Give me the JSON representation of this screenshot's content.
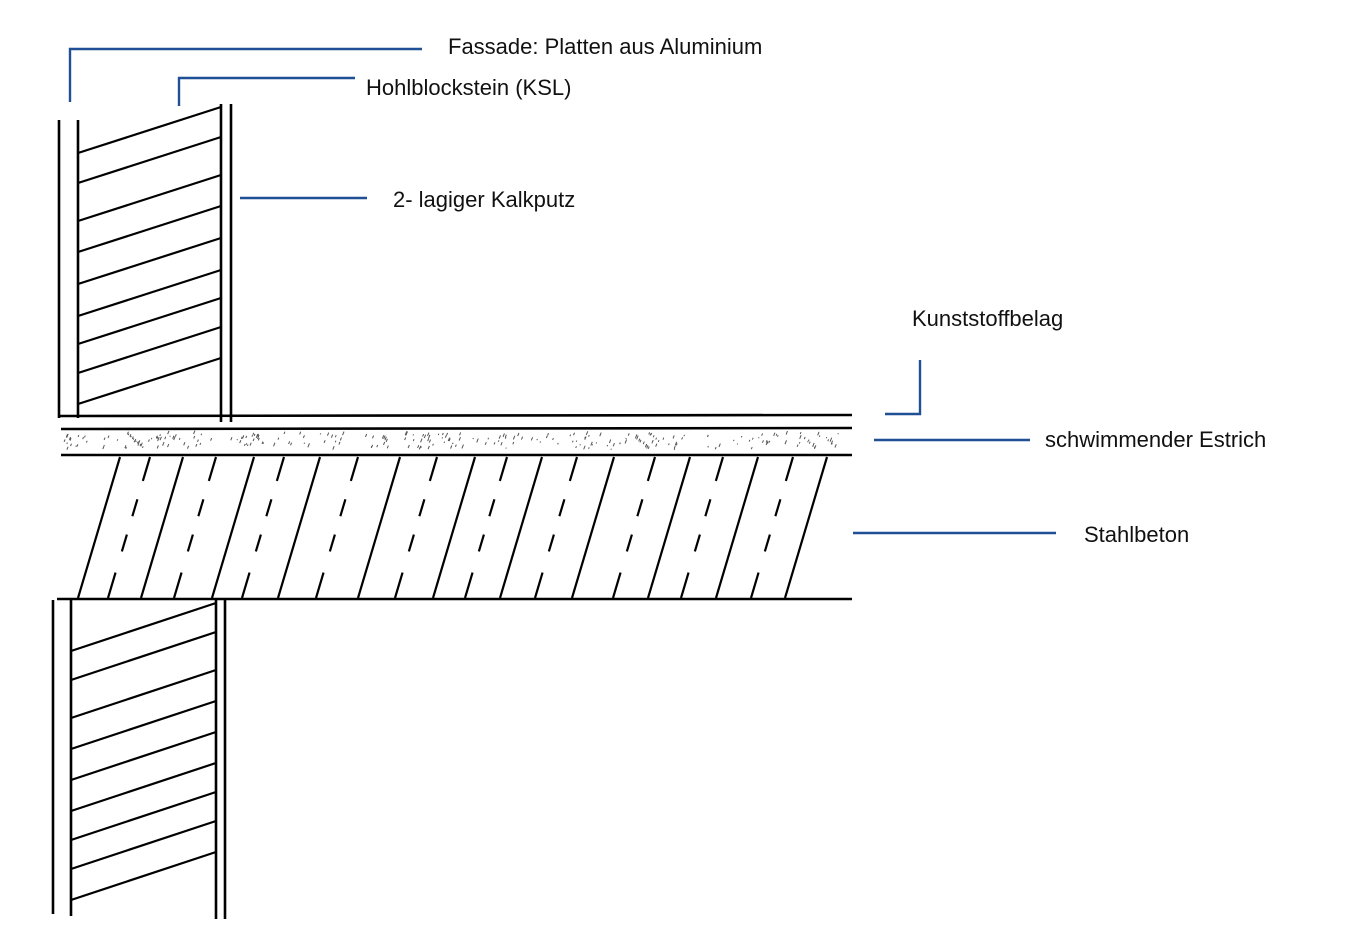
{
  "diagram": {
    "type": "construction-section-detail",
    "accent_color": "#1f4f95",
    "line_color": "#000000",
    "labels": [
      {
        "id": "fassade",
        "text": "Fassade: Platten aus Aluminium"
      },
      {
        "id": "hohlblockstein",
        "text": "Hohlblockstein (KSL)"
      },
      {
        "id": "kalkputz",
        "text": "2- lagiger Kalkputz"
      },
      {
        "id": "kunststoffbelag",
        "text": "Kunststoffbelag"
      },
      {
        "id": "estrich",
        "text": "schwimmender Estrich"
      },
      {
        "id": "stahlbeton",
        "text": "Stahlbeton"
      }
    ],
    "layers": [
      {
        "name": "Fassade",
        "material": "Aluminium panels"
      },
      {
        "name": "Hohlblockstein (KSL)",
        "material": "masonry wall"
      },
      {
        "name": "2- lagiger Kalkputz",
        "material": "plaster"
      },
      {
        "name": "Kunststoffbelag",
        "material": "floor covering"
      },
      {
        "name": "schwimmender Estrich",
        "material": "screed"
      },
      {
        "name": "Stahlbeton",
        "material": "reinforced concrete slab"
      }
    ]
  }
}
